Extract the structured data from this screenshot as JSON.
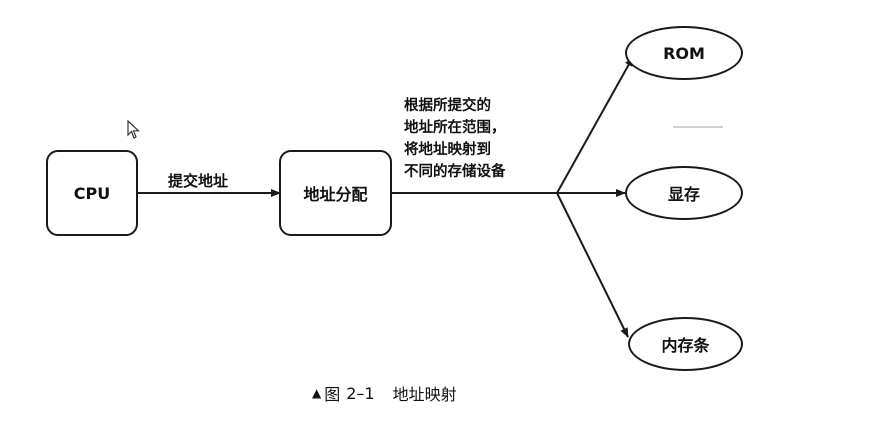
{
  "nodes": {
    "cpu": "CPU",
    "address_alloc": "地址分配",
    "rom": "ROM",
    "display_mem": "显存",
    "memory_stick": "内存条"
  },
  "edges": {
    "submit_address": "提交地址"
  },
  "note_lines": [
    "根据所提交的",
    "地址所在范围，",
    "将地址映射到",
    "不同的存储设备"
  ],
  "caption": {
    "marker": "▲",
    "prefix": "图",
    "number": "2–1",
    "title": "地址映射"
  }
}
